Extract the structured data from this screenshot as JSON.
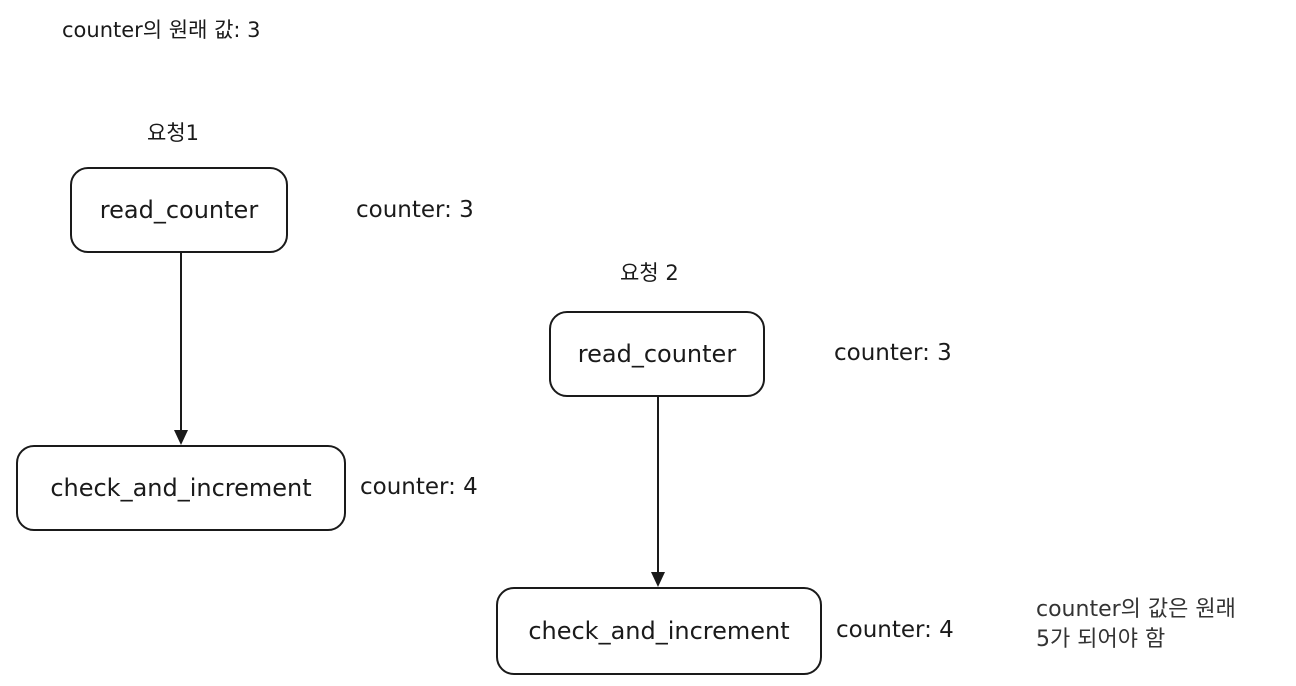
{
  "title": "counter의 원래 값: 3",
  "request1": {
    "label": "요청1",
    "read_box": "read_counter",
    "read_value": "counter: 3",
    "check_box": "check_and_increment",
    "check_value": "counter: 4"
  },
  "request2": {
    "label": "요청 2",
    "read_box": "read_counter",
    "read_value": "counter: 3",
    "check_box": "check_and_increment",
    "check_value": "counter: 4"
  },
  "note": {
    "line1": "counter의 값은 원래",
    "line2": "5가 되어야 함"
  }
}
